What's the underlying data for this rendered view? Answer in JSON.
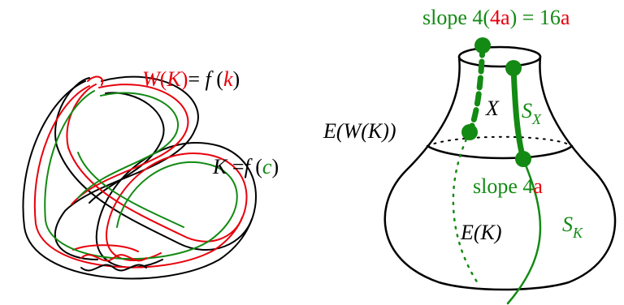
{
  "colors": {
    "black": "#000000",
    "red": "#e8000b",
    "green": "#138a13"
  },
  "left_figure": {
    "satellite_label": {
      "W": "W",
      "open1": "(",
      "K": "K",
      "close1": ")",
      "eq": "= ",
      "f": "f",
      "open2": " (",
      "k": "k",
      "close2": ")"
    },
    "pattern_label": {
      "K": "K",
      "eq": " =",
      "f": "f",
      "open": " (",
      "c": "c",
      "close": ")"
    }
  },
  "right_figure": {
    "top_slope": {
      "prefix": "slope 4(",
      "red": "4a",
      "mid": ") = 16",
      "red2": "a"
    },
    "exterior_W_label": "E(W(K))",
    "X_label": "X",
    "S_X": {
      "S": "S",
      "sub": "X"
    },
    "mid_slope": {
      "prefix": "slope ",
      "num": "4",
      "red": "a"
    },
    "E_K_label": "E(K)",
    "S_K": {
      "S": "S",
      "sub": "K"
    }
  }
}
